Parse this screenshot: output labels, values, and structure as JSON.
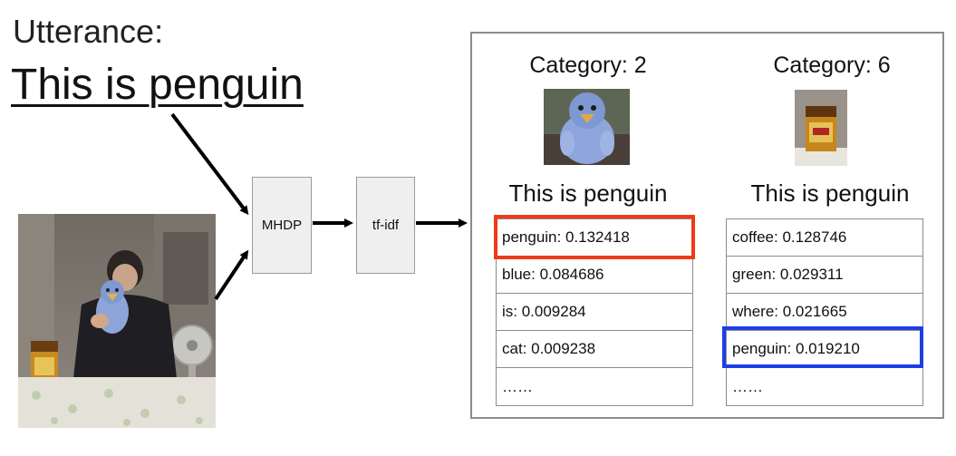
{
  "utterance": {
    "label": "Utterance:",
    "text": "This is penguin"
  },
  "pipeline": {
    "step1": "MHDP",
    "step2": "tf-idf"
  },
  "categories": [
    {
      "title": "Category: 2",
      "utterance": "This is penguin",
      "words": [
        "penguin: 0.132418",
        "blue: 0.084686",
        "is: 0.009284",
        "cat: 0.009238",
        "……"
      ],
      "highlight_row": 0,
      "highlight_color": "#f03a17"
    },
    {
      "title": "Category: 6",
      "utterance": "This is penguin",
      "words": [
        "coffee: 0.128746",
        "green: 0.029311",
        "where: 0.021665",
        "penguin: 0.019210",
        "……"
      ],
      "highlight_row": 3,
      "highlight_color": "#1f3de6"
    }
  ]
}
